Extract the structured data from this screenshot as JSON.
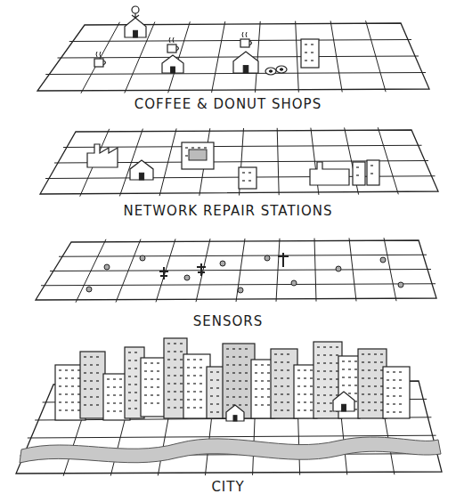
{
  "diagram": {
    "labels": [
      "COFFEE & DONUT SHOPS",
      "NETWORK REPAIR STATIONS",
      "SENSORS",
      "CITY"
    ]
  }
}
